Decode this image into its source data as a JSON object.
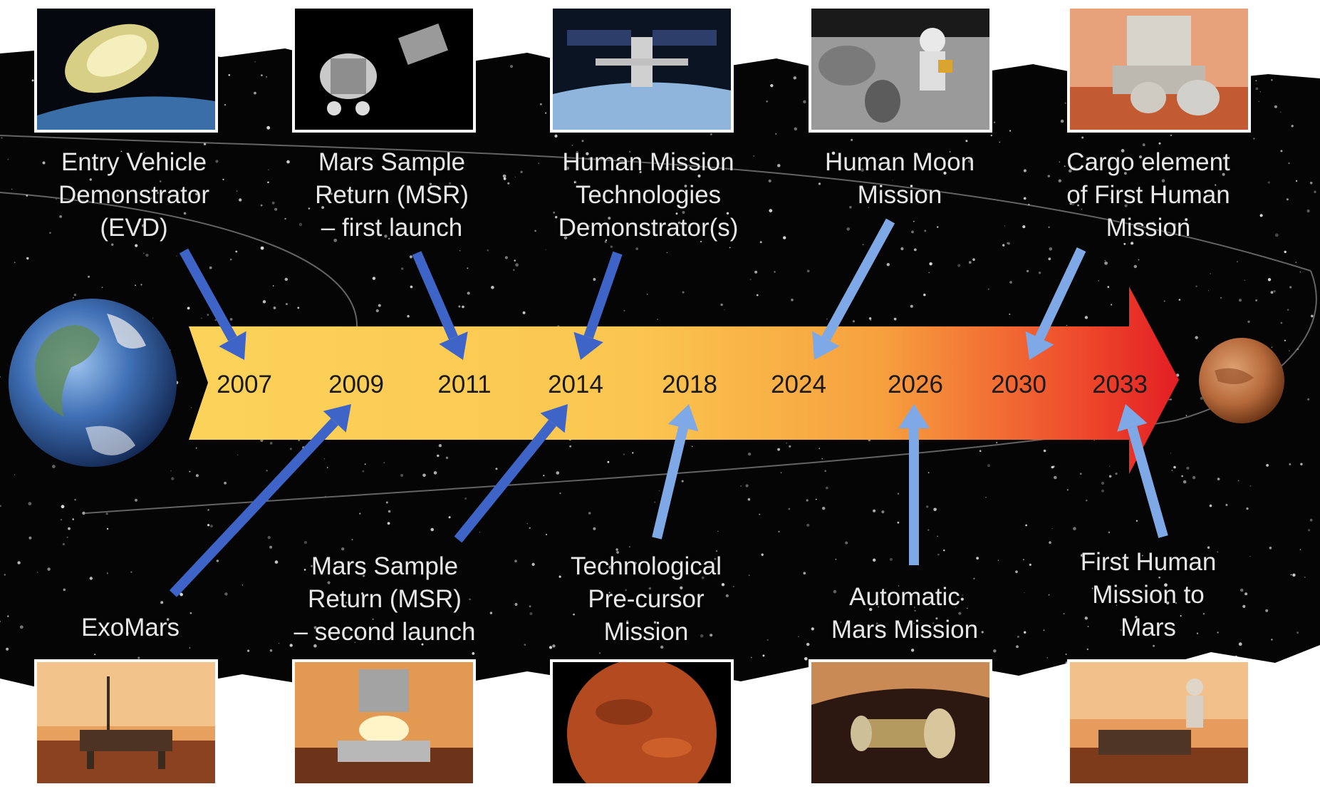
{
  "timeline": {
    "years": [
      "2007",
      "2009",
      "2011",
      "2014",
      "2018",
      "2024",
      "2026",
      "2030",
      "2033"
    ],
    "colors": {
      "band_start": "#fcd35a",
      "band_mid": "#f7a03e",
      "band_end": "#e31e24",
      "arrow_dark": "#3d64c6",
      "arrow_light": "#7ea9e6",
      "space": "#050505",
      "label": "#e8e8e8"
    }
  },
  "milestones_top": [
    {
      "label": "Entry Vehicle\nDemonstrator\n(EVD)",
      "year": "2007",
      "arrow": "dark",
      "image": "entry-capsule-image"
    },
    {
      "label": "Mars Sample\nReturn (MSR)\n– first launch",
      "year": "2011",
      "arrow": "dark",
      "image": "sample-return-orbiter-image"
    },
    {
      "label": "Human Mission\nTechnologies\nDemonstrator(s)",
      "year": "2014",
      "arrow": "dark",
      "image": "space-station-image"
    },
    {
      "label": "Human Moon\nMission",
      "year": "2024",
      "arrow": "light",
      "image": "moon-astronaut-image"
    },
    {
      "label": "Cargo element\nof First Human\nMission",
      "year": "2030",
      "arrow": "light",
      "image": "mars-cargo-lander-image"
    }
  ],
  "milestones_bottom": [
    {
      "label": "ExoMars",
      "year": "2009",
      "arrow": "dark",
      "image": "exomars-lander-image"
    },
    {
      "label": "Mars Sample\nReturn (MSR)\n– second launch",
      "year": "2014",
      "arrow": "dark",
      "image": "ascent-vehicle-launch-image"
    },
    {
      "label": "Technological\nPre-cursor\nMission",
      "year": "2018",
      "arrow": "light",
      "image": "mars-globe-image"
    },
    {
      "label": "Automatic\nMars Mission",
      "year": "2026",
      "arrow": "light",
      "image": "mars-orbiter-image"
    },
    {
      "label": "First Human\nMission to\nMars",
      "year": "2033",
      "arrow": "light",
      "image": "astronaut-on-mars-image"
    }
  ],
  "planets": {
    "start": "earth-icon",
    "end": "mars-icon"
  }
}
